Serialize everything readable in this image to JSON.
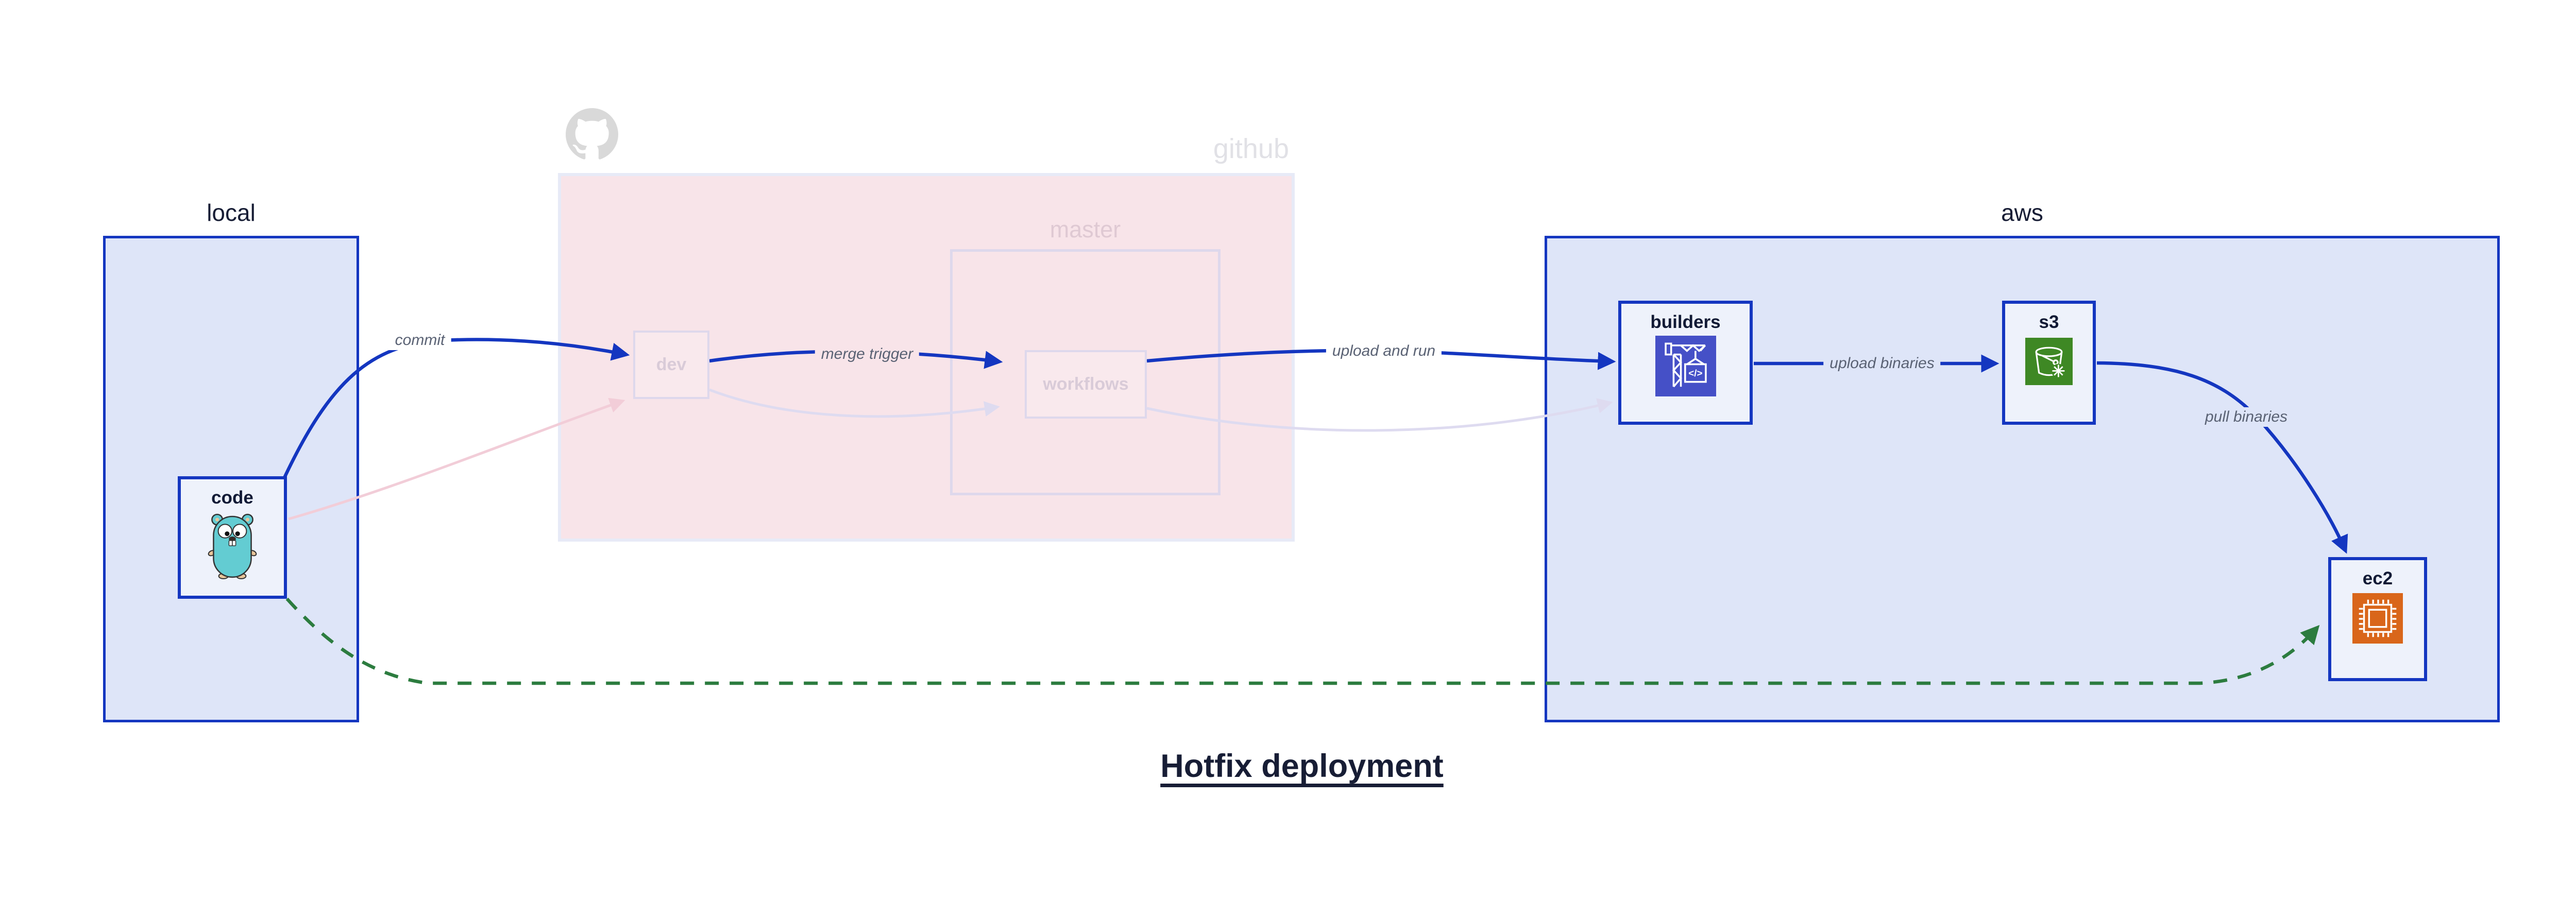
{
  "title": {
    "text": "Hotfix deployment"
  },
  "regions": {
    "local": {
      "label": "local"
    },
    "github": {
      "label": "github"
    },
    "master": {
      "label": "master"
    },
    "aws": {
      "label": "aws"
    }
  },
  "nodes": {
    "code": {
      "label": "code",
      "icon": "go-gopher-icon"
    },
    "dev": {
      "label": "dev"
    },
    "workflows": {
      "label": "workflows"
    },
    "builders": {
      "label": "builders",
      "icon": "aws-codebuild-icon"
    },
    "s3": {
      "label": "s3",
      "icon": "aws-s3-glacier-icon"
    },
    "ec2": {
      "label": "ec2",
      "icon": "aws-ec2-icon"
    }
  },
  "edges": {
    "commit": {
      "label": "commit"
    },
    "merge_trigger": {
      "label": "merge trigger"
    },
    "upload_and_run": {
      "label": "upload and run"
    },
    "upload_binaries": {
      "label": "upload binaries"
    },
    "pull_binaries": {
      "label": "pull binaries"
    }
  },
  "colors": {
    "blue": "#1436c0",
    "light_blue": "#dee5f8",
    "node_fill": "#eef2fb",
    "pink": "#f8e4e9",
    "pink_border": "#e7eaf7",
    "faded_border": "#ded8ec",
    "faded_text": "#d9cbd8",
    "faded_pink_line": "#f2cdd8",
    "faded_lav_line": "#dedbf0",
    "green": "#2c7c3f",
    "codebuild": "#4550c7",
    "s3green": "#3e8824",
    "ec2orange": "#d9661a",
    "label_gray": "#5a6274",
    "dark": "#171d35",
    "github_gray": "#d9d9d9"
  }
}
